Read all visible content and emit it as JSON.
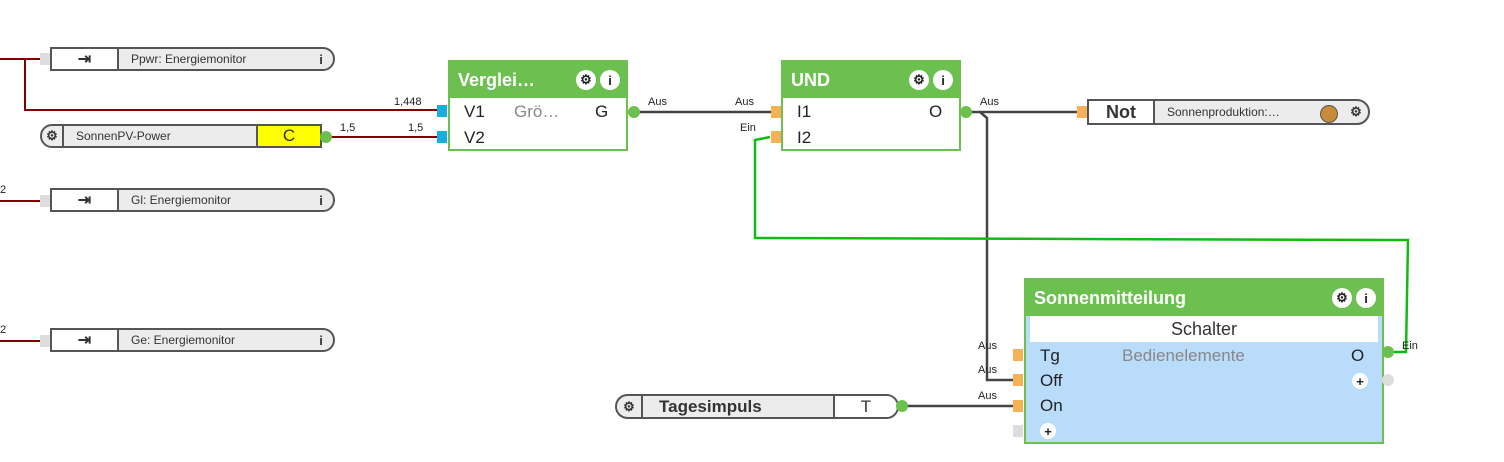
{
  "colors": {
    "block": "#6cc04f",
    "wire": "#444444",
    "wire_active": "#11bb11",
    "wire_value": "#800000",
    "const": "#ffff00",
    "switch_body": "#b9dcfb",
    "pin_in": "#f5b155",
    "pin_num": "#19aee0"
  },
  "left_labels": [
    "2",
    "2"
  ],
  "inputs": [
    {
      "icon": "input-icon",
      "label": "Ppwr: Energiemonitor",
      "end": "i"
    },
    {
      "icon": "input-icon",
      "label": "Gl: Energiemonitor",
      "end": "i"
    },
    {
      "icon": "input-icon",
      "label": "Ge: Energiemonitor",
      "end": "i"
    }
  ],
  "constant": {
    "label": "SonnenPV-Power",
    "value": "C",
    "out_value": "1,5"
  },
  "compare": {
    "title": "Verglei…",
    "mode": "Grö…",
    "in1": "V1",
    "in2": "V2",
    "out": "G",
    "in1_value": "1,448",
    "in2_value": "1,5",
    "out_value": "Aus"
  },
  "und": {
    "title": "UND",
    "in1": "I1",
    "in2": "I2",
    "out": "O",
    "in1_value": "Aus",
    "in2_value": "Ein",
    "out_value": "Aus"
  },
  "not_out": {
    "prefix": "Not",
    "label": "Sonnenproduktion:…"
  },
  "tagesimpuls": {
    "label": "Tagesimpuls",
    "value": "T"
  },
  "switch": {
    "title": "Sonnenmitteilung",
    "type": "Schalter",
    "subtitle": "Bedienelemente",
    "in": [
      "Tg",
      "Off",
      "On"
    ],
    "in_values": [
      "Aus",
      "Aus",
      "Aus"
    ],
    "out": "O",
    "out_value": "Ein",
    "add": "+"
  }
}
